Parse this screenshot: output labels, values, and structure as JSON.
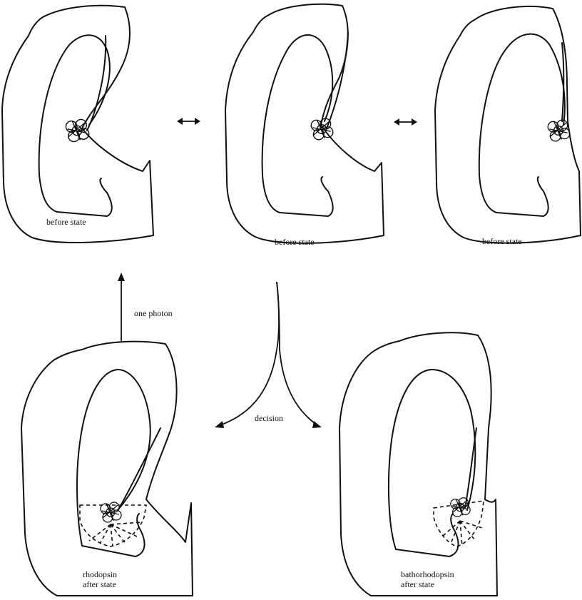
{
  "panels": {
    "top_left": {
      "label": "before state"
    },
    "top_middle": {
      "label": "before state"
    },
    "top_right": {
      "label": "before state"
    },
    "bottom_left": {
      "line1": "rhodopsin",
      "line2": "after state"
    },
    "bottom_right": {
      "line1": "bathorhodopsin",
      "line2": "after state"
    }
  },
  "arrows": {
    "photon_label": "one photon",
    "decision_label": "decision"
  }
}
